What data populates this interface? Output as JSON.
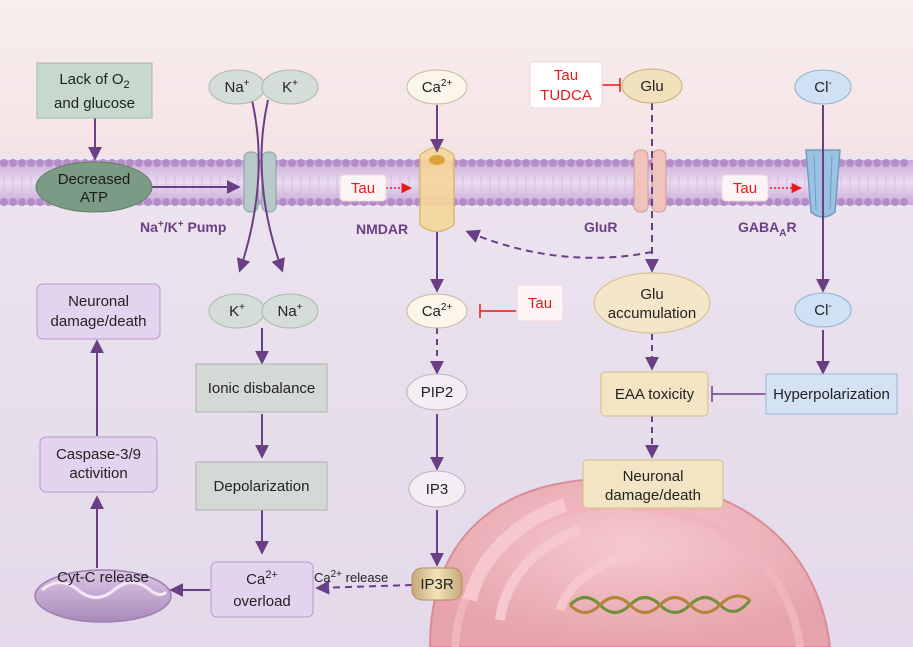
{
  "boxes": {
    "lack": [
      "Lack of O",
      "2",
      "and glucose"
    ],
    "decreased_atp": [
      "Decreased",
      "ATP"
    ],
    "neuronal_left": [
      "Neuronal",
      "damage/death"
    ],
    "caspase": [
      "Caspase-3/9",
      "activition"
    ],
    "cyt_c": "Cyt-C release",
    "ionic": "Ionic disbalance",
    "depol": "Depolarization",
    "ca_overload": [
      "Ca",
      "2+",
      "overload"
    ],
    "pip2": "PIP2",
    "ip3": "IP3",
    "ip3r": "IP3R",
    "glu_accum": [
      "Glu",
      "accumulation"
    ],
    "eaa": "EAA toxicity",
    "neuronal_right": [
      "Neuronal",
      "damage/death"
    ],
    "hyperpol": "Hyperpolarization"
  },
  "ions": {
    "na_top": [
      "Na",
      "+"
    ],
    "k_top": [
      "K",
      "+"
    ],
    "k_bottom": [
      "K",
      "+"
    ],
    "na_bottom": [
      "Na",
      "+"
    ],
    "ca_top": [
      "Ca",
      "2+"
    ],
    "ca_mid": [
      "Ca",
      "2+"
    ],
    "glu": "Glu",
    "cl_top": [
      "Cl",
      "-"
    ],
    "cl_bottom": [
      "Cl",
      "-"
    ]
  },
  "receptors": {
    "pump": [
      "Na",
      "+",
      "/K",
      "+",
      " Pump"
    ],
    "nmdar": "NMDAR",
    "glur": "GluR",
    "gabaa": [
      "GABA",
      "A",
      "R"
    ]
  },
  "inhibitors": {
    "tau_nmdar": "Tau",
    "tau_gaba": "Tau",
    "tau_ca": "Tau",
    "tau_glu": "Tau",
    "tudca": "TUDCA"
  },
  "labels": {
    "ca_release": [
      "Ca",
      "2+",
      " release"
    ]
  },
  "colors": {
    "arrow": "#6b3f86",
    "inhibitor": "#e8191b",
    "receptor_label": "#6b3f86"
  }
}
